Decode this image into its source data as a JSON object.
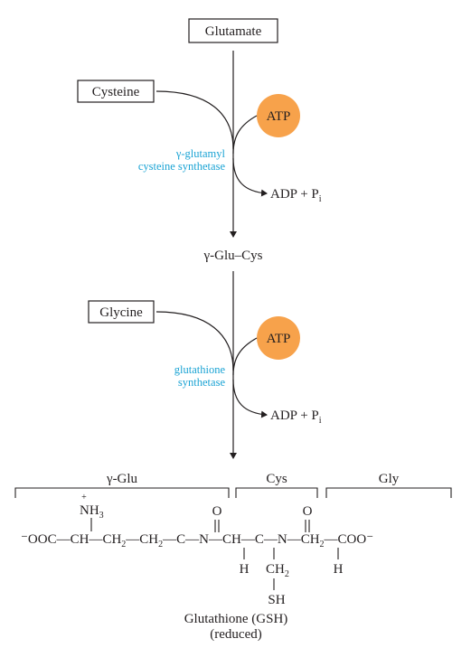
{
  "nodes": {
    "glutamate": "Glutamate",
    "cysteine": "Cysteine",
    "glycine": "Glycine",
    "intermediate": "γ-Glu–Cys"
  },
  "cofactors": {
    "atp1": "ATP",
    "atp2": "ATP",
    "atp_color": "#f7a24b",
    "products1_main": "ADP + P",
    "products1_sub": "i",
    "products2_main": "ADP + P",
    "products2_sub": "i"
  },
  "enzymes": {
    "enzyme1_line1": "γ-glutamyl",
    "enzyme1_line2": "cysteine synthetase",
    "enzyme2_line1": "glutathione",
    "enzyme2_line2": "synthetase",
    "enzyme_color": "#1aa3d4"
  },
  "structure": {
    "bracket_glu": "γ-Glu",
    "bracket_cys": "Cys",
    "bracket_gly": "Gly",
    "plus_charge": "+",
    "nh3_main": "NH",
    "nh3_sub": "3",
    "oxygen": "O",
    "backbone_parts": [
      "⁻OOC",
      "—",
      "CH",
      "—",
      "CH",
      "2",
      "—",
      "CH",
      "2",
      "—",
      "C",
      "—",
      "N",
      "—",
      "CH",
      "—",
      "C",
      "—",
      "N",
      "—",
      "CH",
      "2",
      "—",
      "COO⁻"
    ],
    "h": "H",
    "ch2_main": "CH",
    "ch2_sub": "2",
    "sh": "SH"
  },
  "caption": {
    "line1": "Glutathione (GSH)",
    "line2": "(reduced)"
  }
}
